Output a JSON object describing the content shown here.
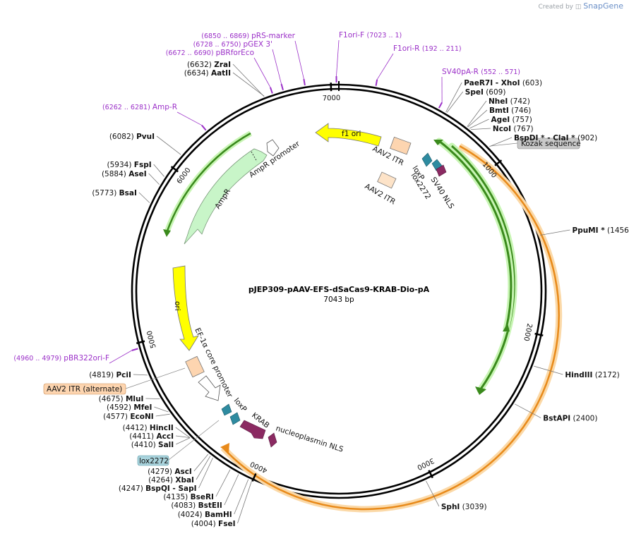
{
  "credit": {
    "text": "Created by",
    "brand": "SnapGene"
  },
  "plasmid": {
    "name": "pJEP309-pAAV-EFS-dSaCas9-KRAB-Dio-pA",
    "length_label": "7043 bp",
    "total": 7043
  },
  "ticks": [
    {
      "pos": 1000,
      "label": "1000"
    },
    {
      "pos": 2000,
      "label": "2000"
    },
    {
      "pos": 3000,
      "label": "3000"
    },
    {
      "pos": 4000,
      "label": "4000"
    },
    {
      "pos": 5000,
      "label": "5000"
    },
    {
      "pos": 6000,
      "label": "6000"
    },
    {
      "pos": 7000,
      "label": "7000"
    }
  ],
  "sites": [
    {
      "name": "PaeR7I",
      "extra": " - XhoI",
      "pos": 603,
      "pos_label": "(603)",
      "side": "right"
    },
    {
      "name": "SpeI",
      "extra": "",
      "pos": 609,
      "pos_label": "(609)",
      "side": "right"
    },
    {
      "name": "NheI",
      "extra": "",
      "pos": 742,
      "pos_label": "(742)",
      "side": "right"
    },
    {
      "name": "BmtI",
      "extra": "",
      "pos": 746,
      "pos_label": "(746)",
      "side": "right"
    },
    {
      "name": "AgeI",
      "extra": "",
      "pos": 757,
      "pos_label": "(757)",
      "side": "right"
    },
    {
      "name": "NcoI",
      "extra": "",
      "pos": 767,
      "pos_label": "(767)",
      "side": "right"
    },
    {
      "name": "BspDI *",
      "extra": " - ClaI *",
      "pos": 902,
      "pos_label": "(902)",
      "side": "right"
    },
    {
      "name": "PpuMI *",
      "extra": "",
      "pos": 1456,
      "pos_label": "(1456)",
      "side": "right"
    },
    {
      "name": "HindIII",
      "extra": "",
      "pos": 2172,
      "pos_label": "(2172)",
      "side": "right"
    },
    {
      "name": "BstAPI",
      "extra": "",
      "pos": 2400,
      "pos_label": "(2400)",
      "side": "right"
    },
    {
      "name": "SphI",
      "extra": "",
      "pos": 3039,
      "pos_label": "(3039)",
      "side": "right"
    },
    {
      "name": "FseI",
      "extra": "",
      "pos": 4004,
      "pos_label": "(4004)",
      "side": "left"
    },
    {
      "name": "BamHI",
      "extra": "",
      "pos": 4024,
      "pos_label": "(4024)",
      "side": "left"
    },
    {
      "name": "BstEII",
      "extra": "",
      "pos": 4083,
      "pos_label": "(4083)",
      "side": "left"
    },
    {
      "name": "BseRI",
      "extra": "",
      "pos": 4135,
      "pos_label": "(4135)",
      "side": "left"
    },
    {
      "name": "BspQI",
      "extra": " - SapI",
      "pos": 4247,
      "pos_label": "(4247)",
      "side": "left"
    },
    {
      "name": "XbaI",
      "extra": "",
      "pos": 4264,
      "pos_label": "(4264)",
      "side": "left"
    },
    {
      "name": "AscI",
      "extra": "",
      "pos": 4279,
      "pos_label": "(4279)",
      "side": "left"
    },
    {
      "name": "SalI",
      "extra": "",
      "pos": 4410,
      "pos_label": "(4410)",
      "side": "left"
    },
    {
      "name": "AccI",
      "extra": "",
      "pos": 4411,
      "pos_label": "(4411)",
      "side": "left"
    },
    {
      "name": "HincII",
      "extra": "",
      "pos": 4412,
      "pos_label": "(4412)",
      "side": "left"
    },
    {
      "name": "EcoNI",
      "extra": "",
      "pos": 4577,
      "pos_label": "(4577)",
      "side": "left"
    },
    {
      "name": "MfeI",
      "extra": "",
      "pos": 4592,
      "pos_label": "(4592)",
      "side": "left"
    },
    {
      "name": "MluI",
      "extra": "",
      "pos": 4675,
      "pos_label": "(4675)",
      "side": "left"
    },
    {
      "name": "PciI",
      "extra": "",
      "pos": 4819,
      "pos_label": "(4819)",
      "side": "left"
    },
    {
      "name": "BsaI",
      "extra": "",
      "pos": 5773,
      "pos_label": "(5773)",
      "side": "left"
    },
    {
      "name": "AseI",
      "extra": "",
      "pos": 5884,
      "pos_label": "(5884)",
      "side": "left"
    },
    {
      "name": "FspI",
      "extra": "",
      "pos": 5934,
      "pos_label": "(5934)",
      "side": "left"
    },
    {
      "name": "PvuI",
      "extra": "",
      "pos": 6082,
      "pos_label": "(6082)",
      "side": "left"
    },
    {
      "name": "ZraI",
      "extra": "",
      "pos": 6632,
      "pos_label": "(6632)",
      "side": "left"
    },
    {
      "name": "AatII",
      "extra": "",
      "pos": 6634,
      "pos_label": "(6634)",
      "side": "left"
    }
  ],
  "primers": [
    {
      "name": "F1ori-F",
      "range": "(7023 .. 1)",
      "pos": 7030
    },
    {
      "name": "F1ori-R",
      "range": "(192 .. 211)",
      "pos": 200
    },
    {
      "name": "SV40pA-R",
      "range": "(552 .. 571)",
      "pos": 560
    },
    {
      "name": "pRS-marker",
      "range": "(6850 .. 6869)",
      "pos": 6860
    },
    {
      "name": "pGEX 3'",
      "range": "(6728 .. 6750)",
      "pos": 6740
    },
    {
      "name": "pBRforEco",
      "range": "(6672 .. 6690)",
      "pos": 6680
    },
    {
      "name": "Amp-R",
      "range": "(6262 .. 6281)",
      "pos": 6270
    },
    {
      "name": "pBR322ori-F",
      "range": "(4960 .. 4979)",
      "pos": 4970
    }
  ],
  "features": [
    {
      "name": "Kozak sequence",
      "color": "#c9c9c9",
      "kind": "boxed"
    },
    {
      "name": "AAV2 ITR (alternate)",
      "color": "#fdd5b0",
      "kind": "boxed"
    },
    {
      "name": "lox2272",
      "color": "#a8d3dc",
      "kind": "boxed"
    },
    {
      "name": "f1 ori",
      "color": "#ffff00",
      "kind": "arrow"
    },
    {
      "name": "AmpR",
      "color": "#c8f5c8",
      "kind": "arrow"
    },
    {
      "name": "AmpR promoter",
      "color": "#ffffff",
      "kind": "arrow"
    },
    {
      "name": "ori",
      "color": "#ffff00",
      "kind": "arrow"
    },
    {
      "name": "EF-1α core promoter",
      "color": "#ffffff",
      "kind": "arrow"
    },
    {
      "name": "AAV2 ITR",
      "color": "#fdd5b0",
      "kind": "box"
    },
    {
      "name": "loxP",
      "color": "#2e8ba0",
      "kind": "arrow"
    },
    {
      "name": "lox2272",
      "color": "#2e8ba0",
      "kind": "arrow"
    },
    {
      "name": "SV40 NLS",
      "color": "#8b2a62",
      "kind": "arrow"
    },
    {
      "name": "KRAB",
      "color": "#8b2a62",
      "kind": "arrow"
    },
    {
      "name": "nucleoplasmin NLS",
      "color": "#8b2a62",
      "kind": "arrow"
    }
  ],
  "colors": {
    "ring": "#000000",
    "primer": "#9b30c8",
    "cas9_green": "#3a8a1c",
    "cas9_halo": "#b9f0a5",
    "orange_track": "#e88a1a",
    "orange_halo": "#fbd9a8"
  }
}
